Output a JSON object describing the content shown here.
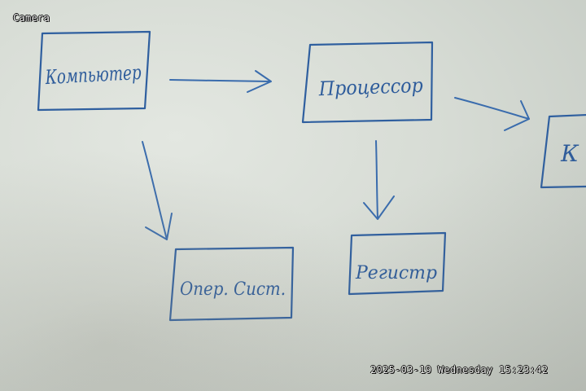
{
  "camera_label": "Camera",
  "timestamp": "2025-03-19 Wednesday 15:23:42",
  "whiteboard": {
    "boxes": [
      {
        "id": "computer",
        "text": "Компьютер"
      },
      {
        "id": "processor",
        "text": "Процессор"
      },
      {
        "id": "partial",
        "text": "К"
      },
      {
        "id": "os",
        "text": "Опер. Сист."
      },
      {
        "id": "register",
        "text": "Регистр"
      }
    ],
    "ink_color": "#2f5f9f"
  }
}
